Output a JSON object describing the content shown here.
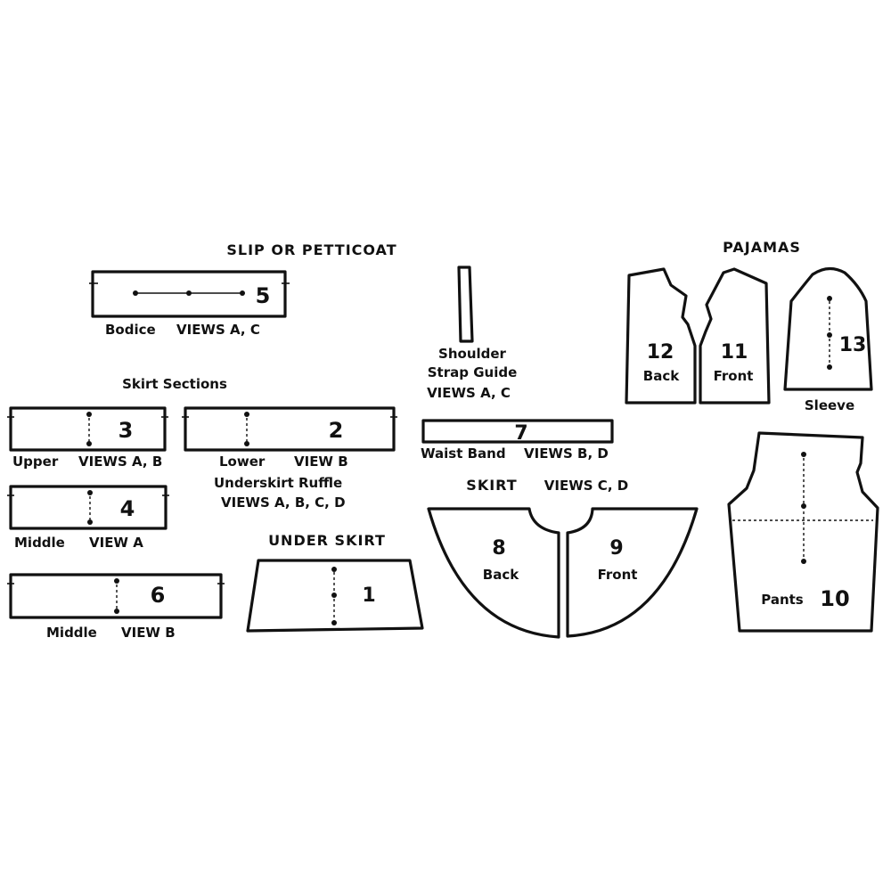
{
  "headers": {
    "slip": "SLIP OR PETTICOAT",
    "pajamas": "PAJAMAS",
    "skirt_sections": "Skirt Sections",
    "under_skirt": "UNDER SKIRT",
    "skirt": "SKIRT",
    "skirt_views": "VIEWS C, D"
  },
  "pieces": {
    "p5": {
      "num": "5",
      "name": "Bodice",
      "views": "VIEWS A, C"
    },
    "p3": {
      "num": "3",
      "name": "Upper",
      "views": "VIEWS A, B"
    },
    "p2": {
      "num": "2",
      "name": "Lower",
      "views": "VIEW B",
      "line2": "Underskirt Ruffle",
      "line3": "VIEWS A, B, C, D"
    },
    "p4": {
      "num": "4",
      "name": "Middle",
      "views": "VIEW A"
    },
    "p6": {
      "num": "6",
      "name": "Middle",
      "views": "VIEW B"
    },
    "p1": {
      "num": "1"
    },
    "strap": {
      "line1": "Shoulder",
      "line2": "Strap Guide",
      "views": "VIEWS A, C"
    },
    "p7": {
      "num": "7",
      "name": "Waist Band",
      "views": "VIEWS B, D"
    },
    "p8": {
      "num": "8",
      "name": "Back"
    },
    "p9": {
      "num": "9",
      "name": "Front"
    },
    "p12": {
      "num": "12",
      "name": "Back"
    },
    "p11": {
      "num": "11",
      "name": "Front"
    },
    "p13": {
      "num": "13",
      "name": "Sleeve"
    },
    "p10": {
      "num": "10",
      "name": "Pants"
    }
  }
}
